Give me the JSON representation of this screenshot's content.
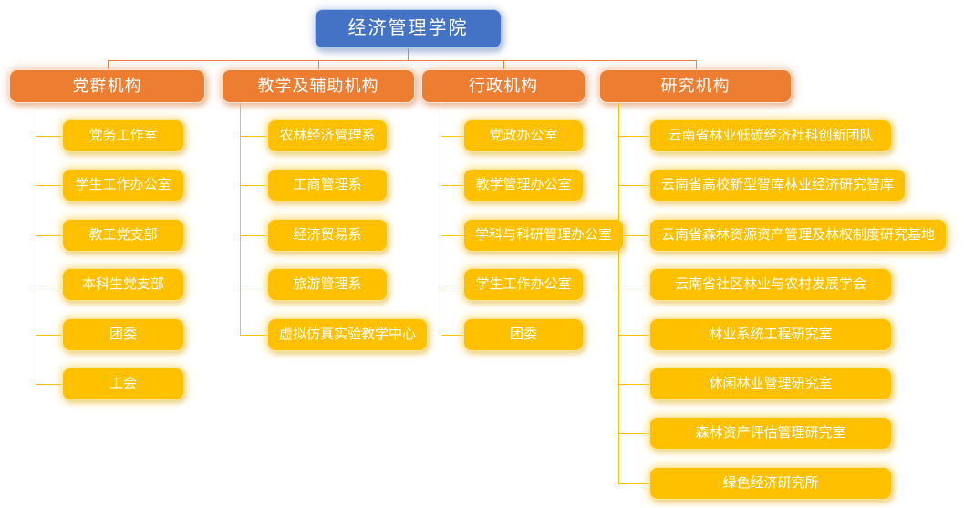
{
  "root": {
    "label": "经济管理学院"
  },
  "columns": [
    {
      "header": "党群机构",
      "items": [
        "党务工作室",
        "学生工作办公室",
        "教工党支部",
        "本科生党支部",
        "团委",
        "工会"
      ]
    },
    {
      "header": "教学及辅助机构",
      "items": [
        "农林经济管理系",
        "工商管理系",
        "经济贸易系",
        "旅游管理系",
        "虚拟仿真实验教学中心"
      ]
    },
    {
      "header": "行政机构",
      "items": [
        "党政办公室",
        "教学管理办公室",
        "学科与科研管理办公室",
        "学生工作办公室",
        "团委"
      ]
    },
    {
      "header": "研究机构",
      "items": [
        "云南省林业低碳经济社科创新团队",
        "云南省高校新型智库林业经济研究智库",
        "云南省森林资源资产管理及林权制度研究基地",
        "云南省社区林业与农村发展学会",
        "林业系统工程研究室",
        "休闲林业管理研究室",
        "森林资产评估管理研究室",
        "绿色经济研究所"
      ]
    }
  ],
  "colors": {
    "root_fill": "#4472C4",
    "header_fill": "#ED7D31",
    "item_fill": "#FFC000",
    "top_connector": "#ED7D31",
    "child_connector": "#FFC000"
  }
}
